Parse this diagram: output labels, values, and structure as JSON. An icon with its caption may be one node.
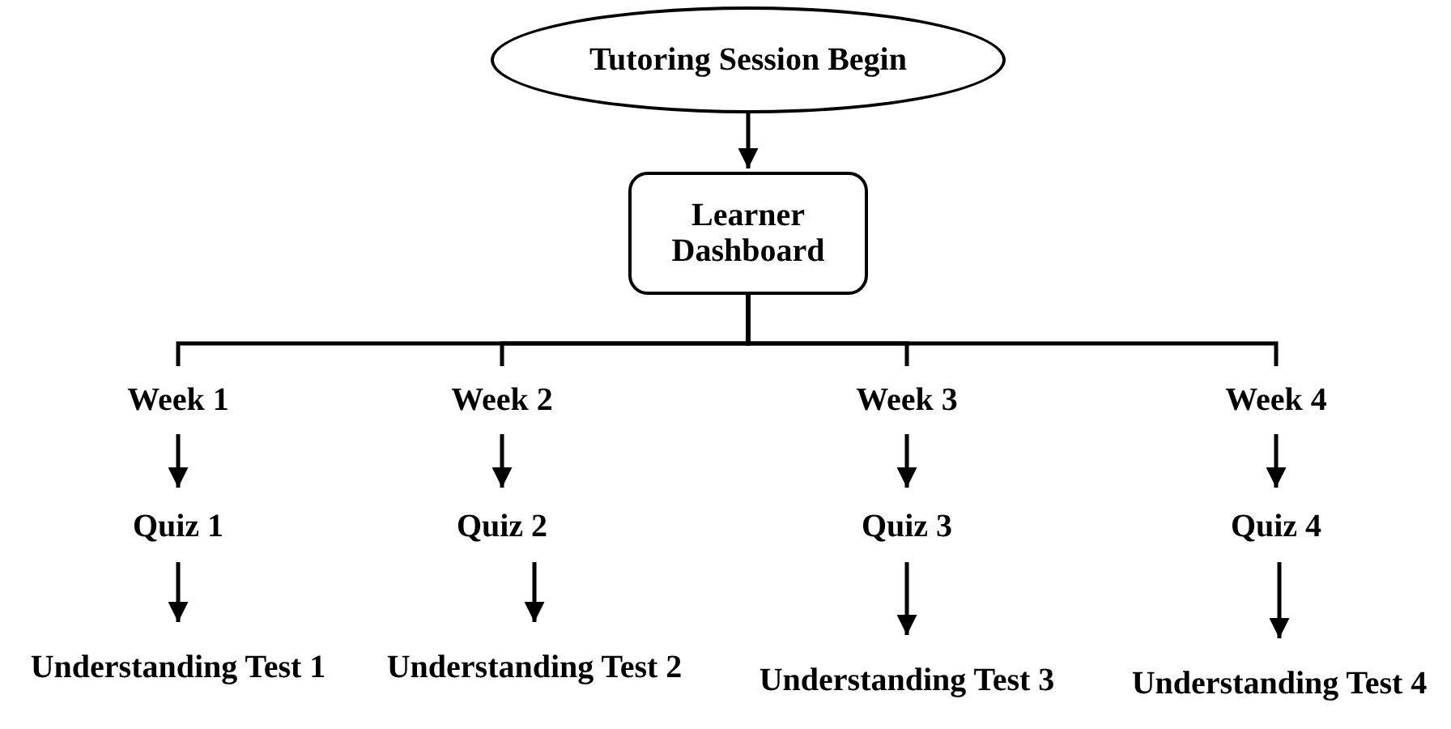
{
  "diagram": {
    "nodes": [
      {
        "text": [
          "Tutoring Session Begin"
        ]
      },
      {
        "text": [
          "Learner Dashboard"
        ]
      },
      {
        "text": [
          "Week 1"
        ]
      },
      {
        "text": [
          "Week 2"
        ]
      },
      {
        "text": [
          "Week 3"
        ]
      },
      {
        "text": [
          "Week 4"
        ]
      },
      {
        "text": [
          "Quiz 1"
        ]
      },
      {
        "text": [
          "Quiz 2"
        ]
      },
      {
        "text": [
          "Quiz 3"
        ]
      },
      {
        "text": [
          "Quiz 4"
        ]
      },
      {
        "text": [
          "Understanding Test 1"
        ]
      },
      {
        "text": [
          "Understanding Test 2"
        ]
      },
      {
        "text": [
          "Understanding Test 3"
        ]
      },
      {
        "text": [
          "Understanding Test 4"
        ]
      }
    ],
    "edges": [
      {
        "from": 0,
        "to": 1,
        "arrow": "to"
      },
      {
        "from": 1,
        "to": 2,
        "arrow": "none"
      },
      {
        "from": 1,
        "to": 3,
        "arrow": "none"
      },
      {
        "from": 1,
        "to": 4,
        "arrow": "none"
      },
      {
        "from": 1,
        "to": 5,
        "arrow": "none"
      },
      {
        "from": 2,
        "to": 6,
        "arrow": "to"
      },
      {
        "from": 3,
        "to": 7,
        "arrow": "to"
      },
      {
        "from": 4,
        "to": 8,
        "arrow": "to"
      },
      {
        "from": 5,
        "to": 9,
        "arrow": "to"
      },
      {
        "from": 6,
        "to": 10,
        "arrow": "to"
      },
      {
        "from": 7,
        "to": 11,
        "arrow": "to"
      },
      {
        "from": 8,
        "to": 12,
        "arrow": "to"
      },
      {
        "from": 9,
        "to": 13,
        "arrow": "to"
      }
    ]
  }
}
